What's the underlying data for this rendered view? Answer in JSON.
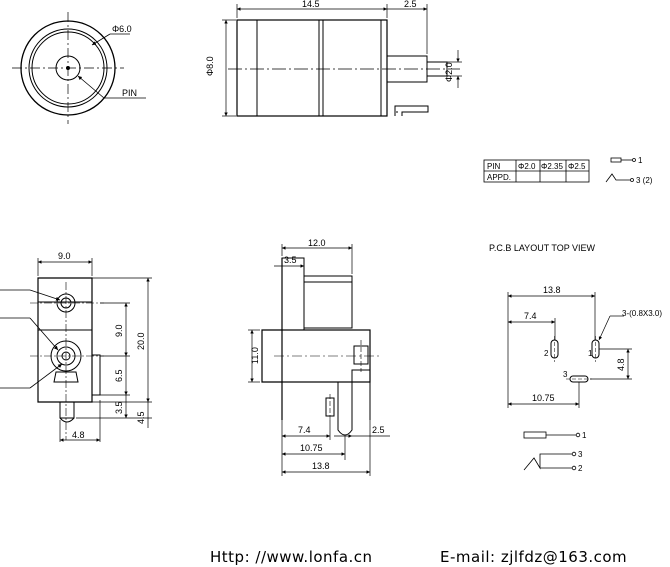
{
  "front_view": {
    "diameter_label": "Φ6.0",
    "pin_label": "PIN"
  },
  "side_view": {
    "length_label": "14.5",
    "pin_length_label": "2.5",
    "pin_dia_label": "Φ2.0",
    "body_dia_label": "Φ8.0"
  },
  "pin_table": {
    "row1": [
      "PIN",
      "Φ2.0",
      "Φ2.35",
      "Φ2.5"
    ],
    "row2": [
      "APPD.",
      "",
      "",
      ""
    ]
  },
  "pin_legend": {
    "pin1": "1",
    "pin3": "3 (2)"
  },
  "left_view": {
    "width": "9.0",
    "height_total": "20.0",
    "h1": "9.0",
    "h2": "6.5",
    "h3": "3.5",
    "h4": "4.5",
    "bottom": "4.8"
  },
  "mid_view": {
    "top_width": "12.0",
    "top_offset": "3.5",
    "height": "11.0",
    "d1": "7.4",
    "d2": "10.75",
    "d3": "13.8",
    "d4": "2.5"
  },
  "pcb": {
    "title": "P.C.B LAYOUT   TOP VIEW",
    "w_total": "13.8",
    "w1": "7.4",
    "w2": "10.75",
    "h": "4.8",
    "slot_label": "3-(0.8X3.0)",
    "pin1": "1",
    "pin2": "2",
    "pin3": "3"
  },
  "pin_symbols": {
    "pin1": "1",
    "pin3": "3",
    "pin2": "2"
  },
  "footer": {
    "http": "Http: //www.lonfa.cn",
    "email": "E-mail: zjlfdz@163.com"
  }
}
